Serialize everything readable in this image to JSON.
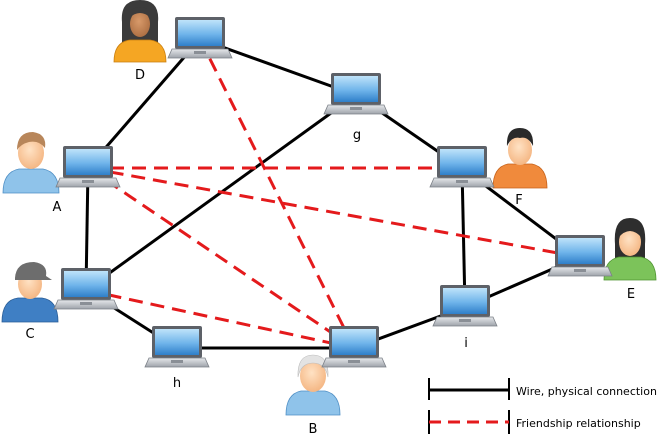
{
  "colors": {
    "wire": "#000000",
    "friendship": "#e41a1c",
    "screen_top": "#a9d6f5",
    "screen_bottom": "#3f8fd4",
    "laptop_body": "#c9ccd1"
  },
  "nodes": {
    "A": {
      "label": "A",
      "avatar": "person-light-blue-shirt-icon"
    },
    "B": {
      "label": "B",
      "avatar": "person-gray-hair-icon"
    },
    "C": {
      "label": "C",
      "avatar": "person-cap-blue-hoodie-icon"
    },
    "D": {
      "label": "D",
      "avatar": "person-long-dark-hair-icon"
    },
    "E": {
      "label": "E",
      "avatar": "person-green-shirt-icon"
    },
    "F": {
      "label": "F",
      "avatar": "person-orange-shirt-icon"
    },
    "g": {
      "label": "g"
    },
    "h": {
      "label": "h"
    },
    "i": {
      "label": "i"
    }
  },
  "wires": [
    [
      "D",
      "A"
    ],
    [
      "D",
      "g"
    ],
    [
      "A",
      "C"
    ],
    [
      "C",
      "g"
    ],
    [
      "C",
      "h"
    ],
    [
      "h",
      "B"
    ],
    [
      "B",
      "i"
    ],
    [
      "i",
      "E"
    ],
    [
      "i",
      "F"
    ],
    [
      "F",
      "g"
    ],
    [
      "F",
      "E"
    ]
  ],
  "friendships": [
    [
      "A",
      "F"
    ],
    [
      "A",
      "E"
    ],
    [
      "A",
      "B"
    ],
    [
      "D",
      "B"
    ],
    [
      "C",
      "B"
    ]
  ],
  "legend": {
    "wire_label": "Wire, physical connection",
    "friendship_label": "Friendship relationship"
  }
}
